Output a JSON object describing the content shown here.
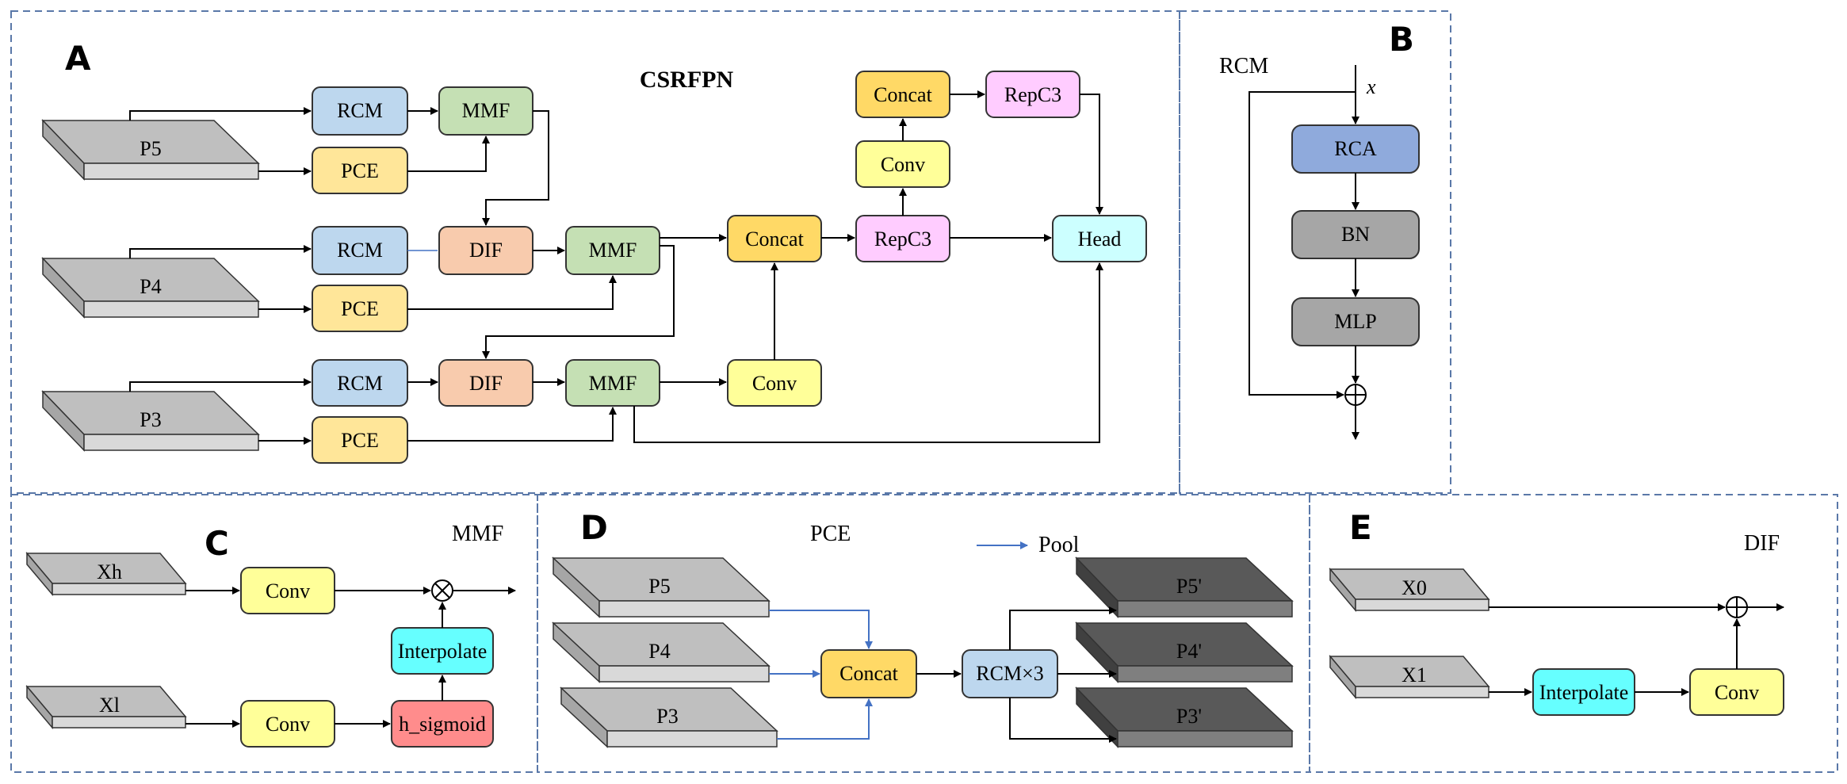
{
  "colors": {
    "rcm": "#bdd7ee",
    "pce": "#ffe699",
    "mmf": "#c5e0b4",
    "dif": "#f8cbad",
    "concat": "#ffd966",
    "conv": "#ffff99",
    "repc3": "#ffccff",
    "head": "#ccffff",
    "rca": "#8faadc",
    "bn": "#a6a6a6",
    "mlp": "#a6a6a6",
    "interpolate": "#66ffff",
    "hsigmoid": "#ff8c8c",
    "slab_light": "#bfbfbf",
    "slab_dark": "#595959",
    "panel_border": "#5a78a8",
    "pool_arrow": "#4472c4"
  },
  "panels": {
    "A": {
      "letter": "A",
      "title": "CSRFPN",
      "inputs": [
        "P5",
        "P4",
        "P3"
      ],
      "rcm": "RCM",
      "pce": "PCE",
      "mmf": "MMF",
      "dif": "DIF",
      "concat": "Concat",
      "conv": "Conv",
      "repc3": "RepC3",
      "head": "Head"
    },
    "B": {
      "letter": "B",
      "title": "RCM",
      "input": "x",
      "rca": "RCA",
      "bn": "BN",
      "mlp": "MLP",
      "add_symbol": "⊕"
    },
    "C": {
      "letter": "C",
      "title": "MMF",
      "input_high": "Xh",
      "input_low": "Xl",
      "conv": "Conv",
      "interpolate": "Interpolate",
      "hsigmoid": "h_sigmoid",
      "mul_symbol": "⊗"
    },
    "D": {
      "letter": "D",
      "title": "PCE",
      "legend": "Pool",
      "inputs": [
        "P5",
        "P4",
        "P3"
      ],
      "concat": "Concat",
      "rcm3": "RCM×3",
      "outputs": [
        "P5'",
        "P4'",
        "P3'"
      ]
    },
    "E": {
      "letter": "E",
      "title": "DIF",
      "input0": "X0",
      "input1": "X1",
      "interpolate": "Interpolate",
      "conv": "Conv",
      "add_symbol": "⊕"
    }
  }
}
